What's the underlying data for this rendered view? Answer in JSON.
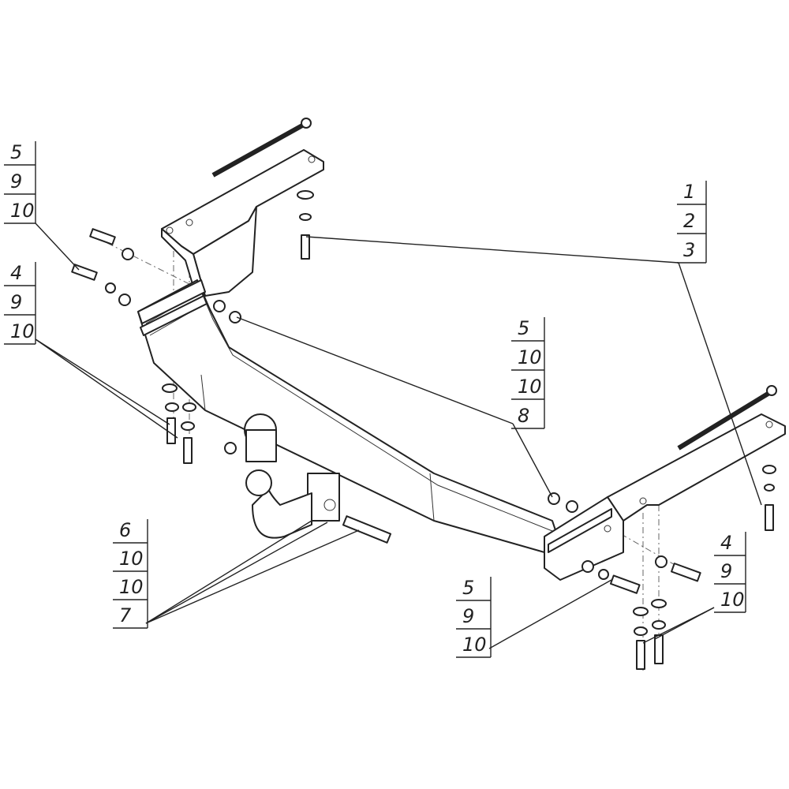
{
  "callouts": {
    "top_left": [
      "5",
      "9",
      "10"
    ],
    "left_middle": [
      "4",
      "9",
      "10"
    ],
    "right_top": [
      "1",
      "2",
      "3"
    ],
    "center": [
      "5",
      "10",
      "10",
      "8"
    ],
    "bottom_left": [
      "6",
      "10",
      "10",
      "7"
    ],
    "bottom_center": [
      "5",
      "9",
      "10"
    ],
    "bottom_right": [
      "4",
      "9",
      "10"
    ]
  }
}
